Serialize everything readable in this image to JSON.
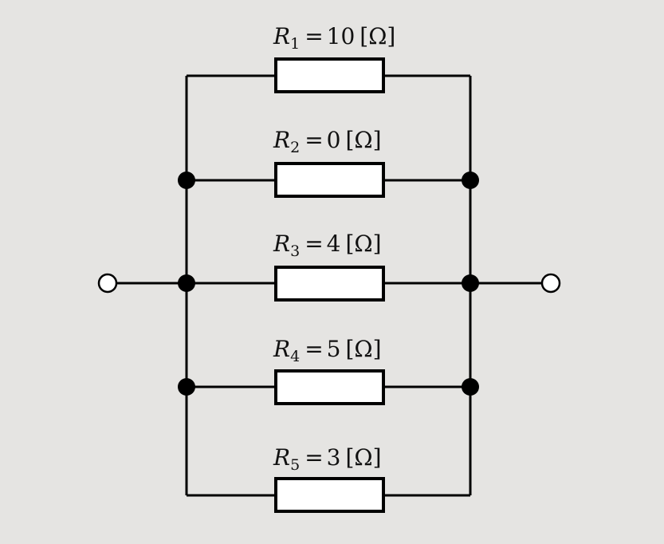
{
  "resistors": [
    {
      "symbol": "R",
      "index": "1",
      "value": "10",
      "unit": "[Ω]"
    },
    {
      "symbol": "R",
      "index": "2",
      "value": "0",
      "unit": "[Ω]"
    },
    {
      "symbol": "R",
      "index": "3",
      "value": "4",
      "unit": "[Ω]"
    },
    {
      "symbol": "R",
      "index": "4",
      "value": "5",
      "unit": "[Ω]"
    },
    {
      "symbol": "R",
      "index": "5",
      "value": "3",
      "unit": "[Ω]"
    }
  ],
  "equals_sign": "="
}
